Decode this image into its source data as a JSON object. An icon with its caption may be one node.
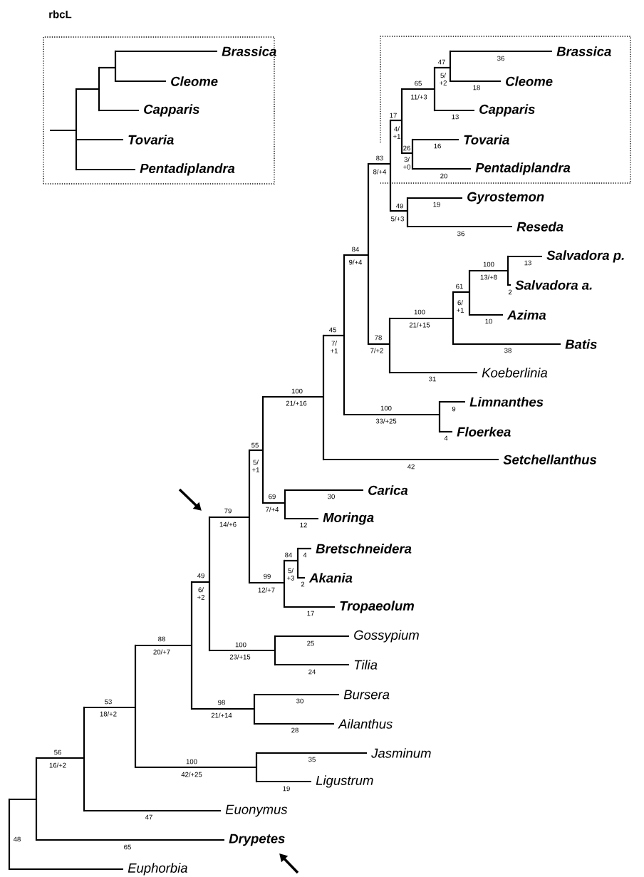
{
  "diagram": {
    "title": "rbcL",
    "nodes": [
      {
        "text": [],
        "shape": "box"
      },
      {
        "text": [
          "Brassica"
        ],
        "in": 0
      },
      {
        "text": [
          "Cleome"
        ],
        "in": 0
      },
      {
        "text": [
          "Capparis"
        ],
        "in": 0
      },
      {
        "text": [
          "Tovaria"
        ],
        "in": 0
      },
      {
        "text": [
          "Pentadiplandra"
        ],
        "in": 0
      },
      {
        "text": [],
        "shape": "box"
      },
      {
        "text": [
          "Brassica"
        ],
        "in": 6
      },
      {
        "text": [
          "Cleome"
        ],
        "in": 6
      },
      {
        "text": [
          "Capparis"
        ],
        "in": 6
      },
      {
        "text": [
          "Tovaria"
        ],
        "in": 6
      },
      {
        "text": [
          "Pentadiplandra"
        ],
        "in": 6
      },
      {
        "text": [
          "Gyrostemon"
        ]
      },
      {
        "text": [
          "Reseda"
        ]
      },
      {
        "text": [
          "Salvadora p."
        ]
      },
      {
        "text": [
          "Salvadora a."
        ]
      },
      {
        "text": [
          "Azima"
        ]
      },
      {
        "text": [
          "Batis"
        ]
      },
      {
        "text": [
          "Koeberlinia"
        ]
      },
      {
        "text": [
          "Limnanthes"
        ]
      },
      {
        "text": [
          "Floerkea"
        ]
      },
      {
        "text": [
          "Setchellanthus"
        ]
      },
      {
        "text": [
          "Carica"
        ]
      },
      {
        "text": [
          "Moringa"
        ]
      },
      {
        "text": [
          "Bretschneidera"
        ]
      },
      {
        "text": [
          "Akania"
        ]
      },
      {
        "text": [
          "Tropaeolum"
        ]
      },
      {
        "text": [
          "Gossypium"
        ]
      },
      {
        "text": [
          "Tilia"
        ]
      },
      {
        "text": [
          "Bursera"
        ]
      },
      {
        "text": [
          "Ailanthus"
        ]
      },
      {
        "text": [
          "Jasminum"
        ]
      },
      {
        "text": [
          "Ligustrum"
        ]
      },
      {
        "text": [
          "Euonymus"
        ]
      },
      {
        "text": [
          "Drypetes"
        ]
      },
      {
        "text": [
          "Euphorbia"
        ]
      },
      {
        "text": [],
        "shape": "bar",
        "in": 0
      },
      {
        "text": [],
        "shape": "bar",
        "in": 0
      },
      {
        "text": [],
        "shape": "bar",
        "in": 0
      },
      {
        "text": [],
        "shape": "bar",
        "in": 6
      },
      {
        "text": [],
        "shape": "bar",
        "in": 6
      },
      {
        "text": [],
        "shape": "bar",
        "in": 6
      },
      {
        "text": [],
        "shape": "bar"
      },
      {
        "text": [],
        "shape": "bar",
        "in": 6
      },
      {
        "text": [],
        "shape": "bar"
      },
      {
        "text": [],
        "shape": "bar"
      },
      {
        "text": [],
        "shape": "bar"
      },
      {
        "text": [],
        "shape": "bar"
      },
      {
        "text": [],
        "shape": "bar"
      },
      {
        "text": [],
        "shape": "bar"
      },
      {
        "text": [],
        "shape": "bar"
      },
      {
        "text": [],
        "shape": "bar"
      },
      {
        "text": [],
        "shape": "bar"
      },
      {
        "text": [],
        "shape": "bar"
      },
      {
        "text": [],
        "shape": "bar"
      },
      {
        "text": [],
        "shape": "bar"
      },
      {
        "text": [],
        "shape": "bar"
      },
      {
        "text": [],
        "shape": "bar"
      },
      {
        "text": [],
        "shape": "bar"
      },
      {
        "text": [],
        "shape": "bar"
      },
      {
        "text": [],
        "shape": "bar"
      },
      {
        "text": [],
        "shape": "bar"
      },
      {
        "text": [],
        "shape": "bar"
      },
      {
        "text": [],
        "shape": "bar"
      },
      {
        "text": [],
        "shape": "bar"
      },
      {
        "text": [],
        "shape": "bar"
      },
      {
        "text": [],
        "shape": "bar"
      }
    ],
    "edges": [
      {
        "from": null,
        "to": 36,
        "arrow": "none"
      },
      {
        "from": 36,
        "to": 37,
        "arrow": "none"
      },
      {
        "from": 36,
        "to": 4,
        "arrow": "none"
      },
      {
        "from": 36,
        "to": 5,
        "arrow": "none"
      },
      {
        "from": 37,
        "to": 38,
        "arrow": "none"
      },
      {
        "from": 37,
        "to": 3,
        "arrow": "none"
      },
      {
        "from": 38,
        "to": 1,
        "arrow": "none"
      },
      {
        "from": 38,
        "to": 2,
        "arrow": "none"
      },
      {
        "from": 39,
        "to": 7,
        "arrow": "none"
      },
      {
        "from": 39,
        "to": 8,
        "arrow": "none"
      },
      {
        "from": 40,
        "to": 39,
        "arrow": "none"
      },
      {
        "from": 40,
        "to": 9,
        "arrow": "none"
      },
      {
        "from": 41,
        "to": 40,
        "arrow": "none"
      },
      {
        "from": 41,
        "to": 43,
        "arrow": "none"
      },
      {
        "from": 43,
        "to": 10,
        "arrow": "none"
      },
      {
        "from": 43,
        "to": 11,
        "arrow": "none"
      },
      {
        "from": 42,
        "to": 41,
        "arrow": "none"
      },
      {
        "from": 42,
        "to": 45,
        "arrow": "none"
      },
      {
        "from": 45,
        "to": 12,
        "arrow": "none"
      },
      {
        "from": 45,
        "to": 13,
        "arrow": "none"
      },
      {
        "from": 44,
        "to": 42,
        "arrow": "none"
      },
      {
        "from": 44,
        "to": 50,
        "arrow": "none"
      },
      {
        "from": 50,
        "to": 49,
        "arrow": "none"
      },
      {
        "from": 50,
        "to": 18,
        "arrow": "none"
      },
      {
        "from": 49,
        "to": 48,
        "arrow": "none"
      },
      {
        "from": 49,
        "to": 17,
        "arrow": "none"
      },
      {
        "from": 48,
        "to": 47,
        "arrow": "none"
      },
      {
        "from": 48,
        "to": 16,
        "arrow": "none"
      },
      {
        "from": 47,
        "to": 14,
        "arrow": "none"
      },
      {
        "from": 47,
        "to": 15,
        "arrow": "none"
      },
      {
        "from": 46,
        "to": 44,
        "arrow": "none"
      },
      {
        "from": 46,
        "to": 53,
        "arrow": "none"
      },
      {
        "from": 53,
        "to": 19,
        "arrow": "none"
      },
      {
        "from": 53,
        "to": 20,
        "arrow": "none"
      },
      {
        "from": 51,
        "to": 46,
        "arrow": "none"
      },
      {
        "from": 51,
        "to": 21,
        "arrow": "none"
      },
      {
        "from": 52,
        "to": 51,
        "arrow": "none"
      },
      {
        "from": 52,
        "to": 55,
        "arrow": "none"
      },
      {
        "from": 55,
        "to": 22,
        "arrow": "none"
      },
      {
        "from": 55,
        "to": 23,
        "arrow": "none"
      },
      {
        "from": 54,
        "to": 52,
        "arrow": "none"
      },
      {
        "from": 54,
        "to": 58,
        "arrow": "none"
      },
      {
        "from": 58,
        "to": 57,
        "arrow": "none"
      },
      {
        "from": 58,
        "to": 26,
        "arrow": "none"
      },
      {
        "from": 57,
        "to": 24,
        "arrow": "none"
      },
      {
        "from": 57,
        "to": 25,
        "arrow": "none"
      },
      {
        "from": 56,
        "to": 54,
        "arrow": "none"
      },
      {
        "from": 56,
        "to": 60,
        "arrow": "none"
      },
      {
        "from": 60,
        "to": 27,
        "arrow": "none"
      },
      {
        "from": 60,
        "to": 28,
        "arrow": "none"
      },
      {
        "from": 59,
        "to": 56,
        "arrow": "none"
      },
      {
        "from": 59,
        "to": 62,
        "arrow": "none"
      },
      {
        "from": 62,
        "to": 29,
        "arrow": "none"
      },
      {
        "from": 62,
        "to": 30,
        "arrow": "none"
      },
      {
        "from": 61,
        "to": 59,
        "arrow": "none"
      },
      {
        "from": 61,
        "to": 64,
        "arrow": "none"
      },
      {
        "from": 64,
        "to": 31,
        "arrow": "none"
      },
      {
        "from": 64,
        "to": 32,
        "arrow": "none"
      },
      {
        "from": 63,
        "to": 61,
        "arrow": "none"
      },
      {
        "from": 63,
        "to": 33,
        "arrow": "none"
      },
      {
        "from": 65,
        "to": 63,
        "arrow": "none"
      },
      {
        "from": 65,
        "to": 34,
        "arrow": "none"
      },
      {
        "from": 66,
        "to": 65,
        "arrow": "none"
      },
      {
        "from": 66,
        "to": 35,
        "arrow": "none"
      }
    ],
    "labels": [
      "36",
      "47",
      "5/ +2",
      "18",
      "65",
      "11/+3",
      "13",
      "17",
      "4/ +1",
      "16",
      "26",
      "3/ +0",
      "83",
      "8/+4",
      "20",
      "19",
      "49",
      "5/+3",
      "36",
      "84",
      "9/+4",
      "13",
      "100",
      "13/+8",
      "2",
      "61",
      "6/ +1",
      "100",
      "21/+15",
      "10",
      "45",
      "7/ +1",
      "78",
      "7/+2",
      "38",
      "31",
      "100",
      "21/+16",
      "100",
      "33/+25",
      "9",
      "4",
      "42",
      "55",
      "5/ +1",
      "30",
      "69",
      "7/+4",
      "79",
      "14/+6",
      "12",
      "84",
      "5/ +3",
      "4",
      "2",
      "49",
      "6/ +2",
      "99",
      "12/+7",
      "17",
      "88",
      "20/+7",
      "100",
      "23/+15",
      "25",
      "24",
      "30",
      "98",
      "21/+14",
      "28",
      "53",
      "18/+2",
      "35",
      "100",
      "42/+25",
      "19",
      "56",
      "16/+2",
      "47",
      "48",
      "65"
    ]
  }
}
